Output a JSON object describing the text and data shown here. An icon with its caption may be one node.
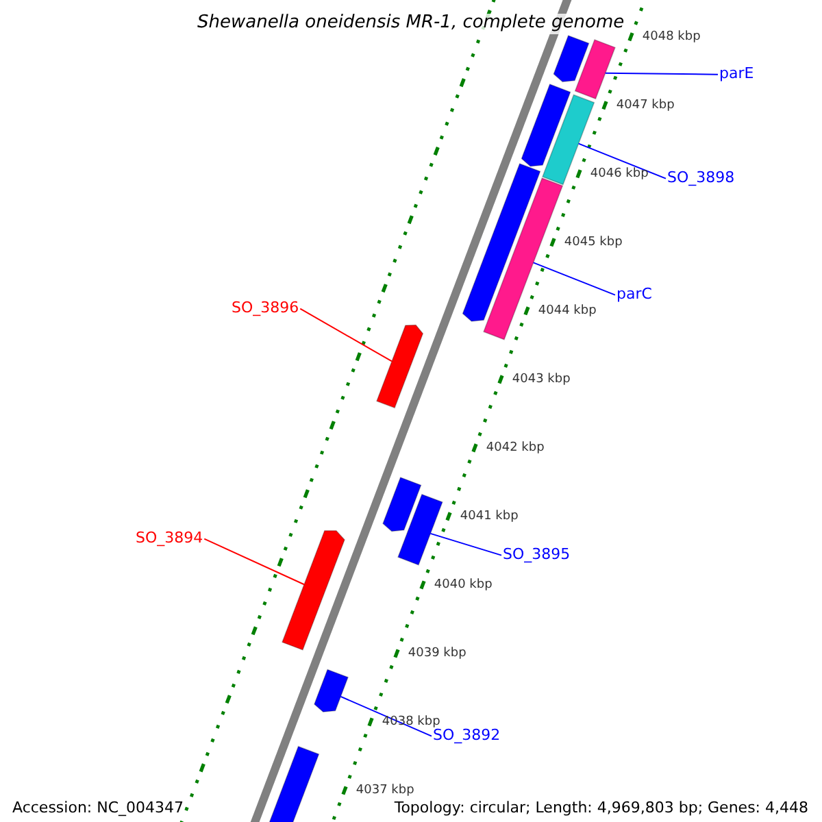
{
  "diagram": {
    "title": "Shewanella oneidensis MR-1, complete genome",
    "nodes": [
      {
        "text": [
          "parE"
        ]
      },
      {
        "text": [
          "SO_3898"
        ]
      },
      {
        "text": [
          "parC"
        ]
      },
      {
        "text": [
          "SO_3896"
        ]
      },
      {
        "text": [
          "SO_3895"
        ]
      },
      {
        "text": [
          "SO_3894"
        ]
      },
      {
        "text": [
          "SO_3892"
        ]
      },
      {
        "text": [],
        "shape": "bar"
      },
      {
        "text": [],
        "shape": "bar"
      },
      {
        "text": [],
        "shape": "bar"
      },
      {
        "text": [],
        "shape": "bar"
      },
      {
        "text": [],
        "shape": "bar"
      },
      {
        "text": [],
        "shape": "bar"
      },
      {
        "text": [],
        "shape": "bar"
      },
      {
        "text": [],
        "shape": "bar"
      },
      {
        "text": [],
        "shape": "bar"
      },
      {
        "text": [],
        "shape": "bar"
      },
      {
        "text": [],
        "shape": "bar"
      },
      {
        "text": [],
        "shape": "bar"
      }
    ],
    "edges": [
      {
        "from": 0,
        "to": 8,
        "arrow": "none"
      },
      {
        "from": 1,
        "to": 10,
        "arrow": "none"
      },
      {
        "from": 2,
        "to": 12,
        "arrow": "none"
      },
      {
        "from": 3,
        "to": 13,
        "arrow": "none",
        "color": "#ff0000"
      },
      {
        "from": 4,
        "to": 15,
        "arrow": "none"
      },
      {
        "from": 5,
        "to": 16,
        "arrow": "none",
        "color": "#ff0000"
      },
      {
        "from": 6,
        "to": 17,
        "arrow": "none"
      }
    ],
    "labels": [
      "4048 kbp",
      "4047 kbp",
      "4046 kbp",
      "4045 kbp",
      "4044 kbp",
      "4043 kbp",
      "4042 kbp",
      "4041 kbp",
      "4040 kbp",
      "4039 kbp",
      "4038 kbp",
      "4037 kbp",
      "Accession: NC_004347",
      "Topology: circular; Length: 4,969,803 bp; Genes: 4,448"
    ]
  }
}
